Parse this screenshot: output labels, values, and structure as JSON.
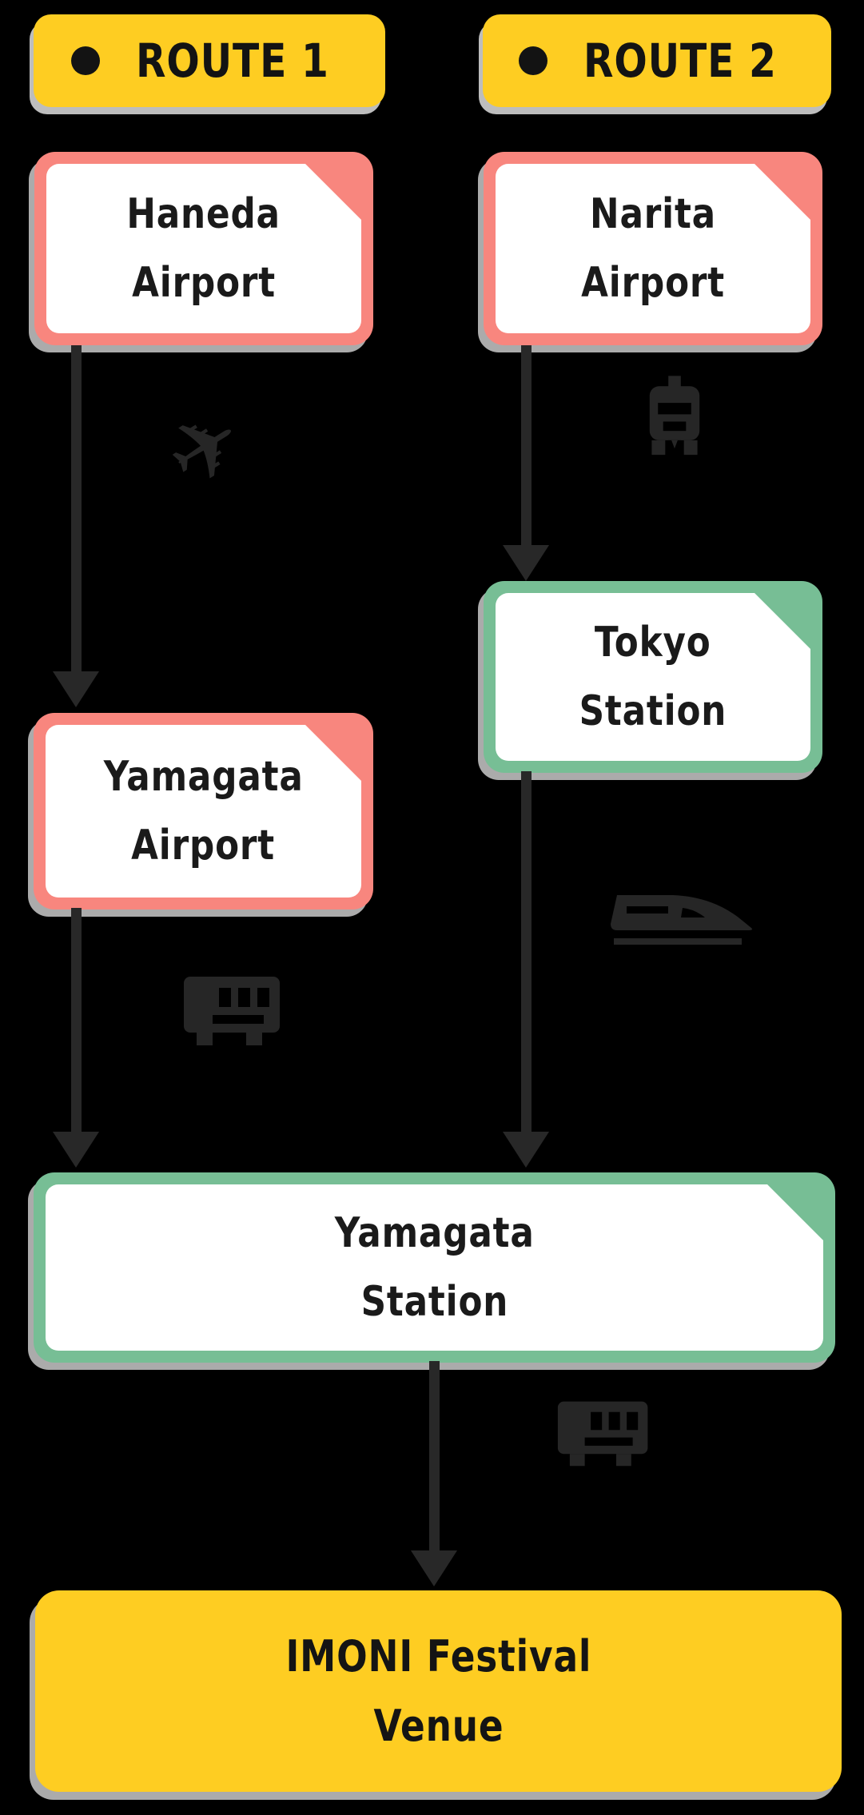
{
  "badges": {
    "route1": "ROUTE 1",
    "route2": "ROUTE 2"
  },
  "cards": {
    "haneda": {
      "line1": "Haneda",
      "line2": "Airport"
    },
    "narita": {
      "line1": "Narita",
      "line2": "Airport"
    },
    "tokyo": {
      "line1": "Tokyo",
      "line2": "Station"
    },
    "yamagata_airport": {
      "line1": "Yamagata",
      "line2": "Airport"
    },
    "yamagata_station": {
      "line1": "Yamagata",
      "line2": "Station"
    },
    "venue": {
      "line1": "IMONI Festival",
      "line2": "Venue"
    }
  },
  "icons": {
    "route1_leg1": "airplane",
    "route2_leg1": "train-front",
    "route1_leg2": "bus",
    "route2_leg2": "shinkansen",
    "final_leg": "bus"
  },
  "colors": {
    "background": "#000000",
    "accent_yellow": "#FECD22",
    "airport_pink": "#F8867E",
    "station_green": "#77BE95",
    "card_white": "#FFFFFF",
    "ink": "#1A1A1A",
    "icon_dark": "#262626",
    "shadow_gray": "#ABABAB"
  }
}
